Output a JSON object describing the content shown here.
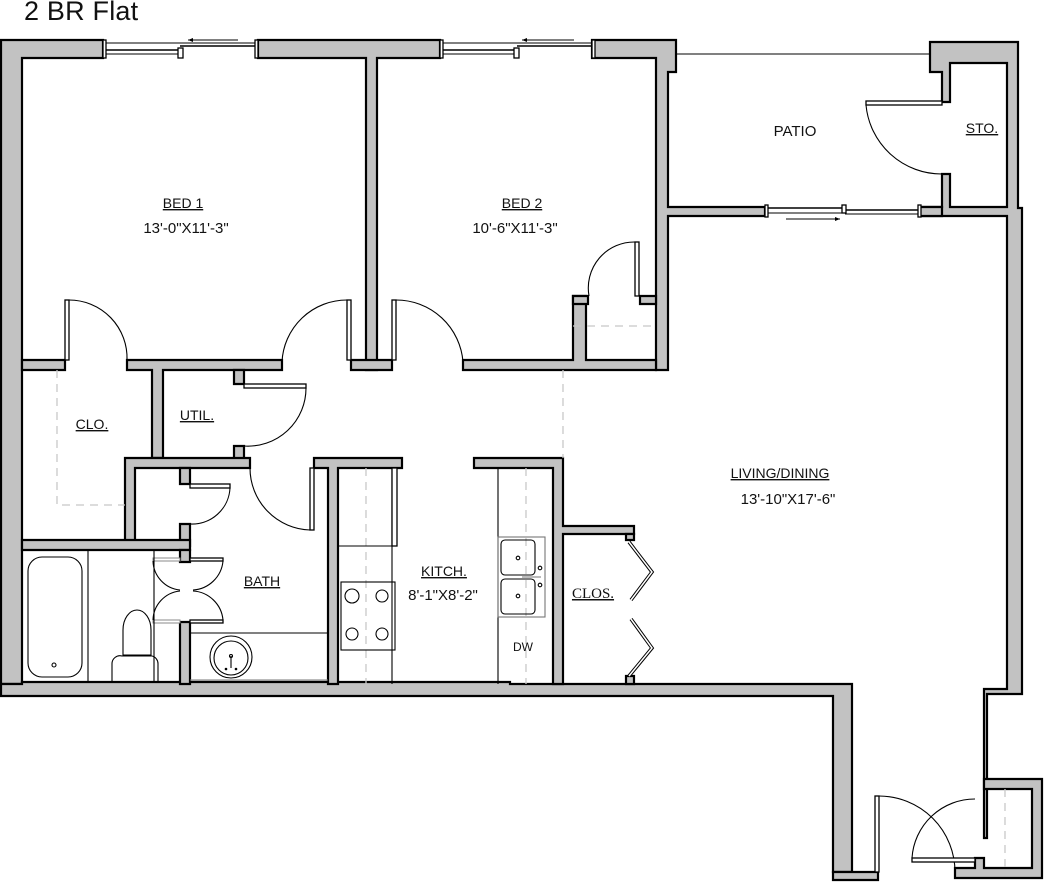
{
  "plan": {
    "title": "2 BR Flat",
    "colors": {
      "wall_fill": "#c2c2c2",
      "wall_outline": "#000000",
      "background": "#ffffff",
      "hidden_line": "#c8c8c8"
    }
  },
  "rooms": {
    "bed1": {
      "name": "BED 1",
      "dimensions": "13'-0\"X11'-3\""
    },
    "bed2": {
      "name": "BED 2",
      "dimensions": "10'-6\"X11'-3\""
    },
    "patio": {
      "name": "PATIO"
    },
    "storage": {
      "name": "STO."
    },
    "closet_bed1": {
      "name": "CLO."
    },
    "utility": {
      "name": "UTIL."
    },
    "bath": {
      "name": "BATH"
    },
    "kitchen": {
      "name": "KITCH.",
      "dimensions": "8'-1\"X8'-2\""
    },
    "closet_living": {
      "name": "CLOS."
    },
    "living": {
      "name": "LIVING/DINING",
      "dimensions": "13'-10\"X17'-6\""
    }
  },
  "fixtures": {
    "dishwasher": "DW",
    "items": [
      "bathtub",
      "toilet",
      "bathroom-sink",
      "range",
      "double-kitchen-sink",
      "dishwasher"
    ]
  }
}
